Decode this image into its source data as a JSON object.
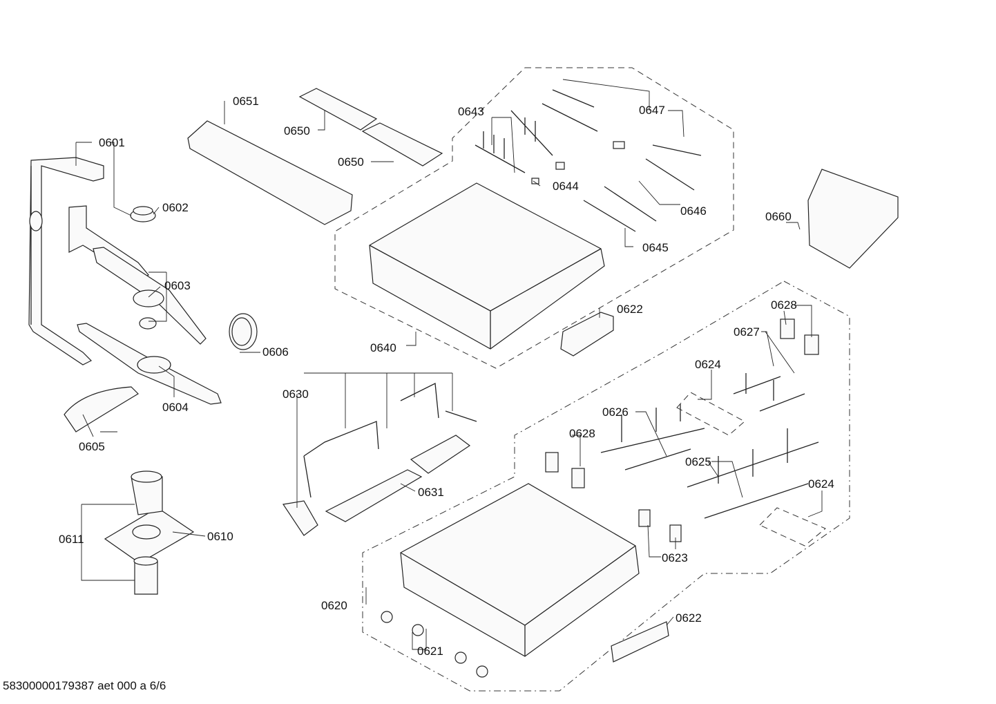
{
  "document_id": "58300000179387 aet 000 a 6/6",
  "labels": {
    "p0601": "0601",
    "p0602": "0602",
    "p0603": "0603",
    "p0604": "0604",
    "p0605": "0605",
    "p0606": "0606",
    "p0610": "0610",
    "p0611": "0611",
    "p0620": "0620",
    "p0621": "0621",
    "p0622a": "0622",
    "p0622b": "0622",
    "p0623": "0623",
    "p0624a": "0624",
    "p0624b": "0624",
    "p0625": "0625",
    "p0626": "0626",
    "p0627": "0627",
    "p0628a": "0628",
    "p0628b": "0628",
    "p0630": "0630",
    "p0631": "0631",
    "p0640": "0640",
    "p0643": "0643",
    "p0644": "0644",
    "p0645": "0645",
    "p0646": "0646",
    "p0647": "0647",
    "p0650a": "0650",
    "p0650b": "0650",
    "p0651": "0651",
    "p0660": "0660"
  }
}
